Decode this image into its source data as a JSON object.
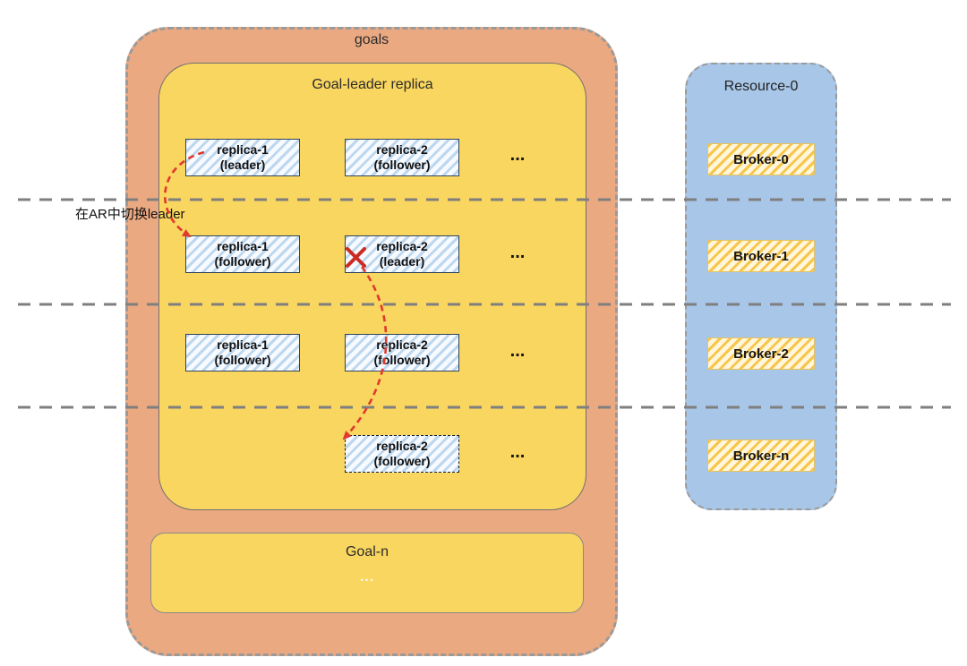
{
  "goals": {
    "label": "goals",
    "goal_leader": {
      "title": "Goal-leader replica",
      "rows": [
        {
          "cells": [
            {
              "name": "replica-1",
              "role": "(leader)"
            },
            {
              "name": "replica-2",
              "role": "(follower)"
            }
          ],
          "more": "..."
        },
        {
          "cells": [
            {
              "name": "replica-1",
              "role": "(follower)"
            },
            {
              "name": "replica-2",
              "role": "(leader)"
            }
          ],
          "more": "..."
        },
        {
          "cells": [
            {
              "name": "replica-1",
              "role": "(follower)"
            },
            {
              "name": "replica-2",
              "role": "(follower)"
            }
          ],
          "more": "..."
        },
        {
          "cells": [
            {
              "name": "replica-2",
              "role": "(follower)"
            }
          ],
          "more": "..."
        }
      ]
    },
    "goal_n": {
      "title": "Goal-n",
      "more": "..."
    }
  },
  "annotation": {
    "label": "在AR中切换leader"
  },
  "resource": {
    "title": "Resource-0",
    "brokers": [
      {
        "label": "Broker-0"
      },
      {
        "label": "Broker-1"
      },
      {
        "label": "Broker-2"
      },
      {
        "label": "Broker-n"
      }
    ]
  },
  "colors": {
    "goals_fill": "#EBA981",
    "goal_leader_fill": "#F9D65F",
    "resource_fill": "#A8C6E7",
    "replica_hatch": "#BDD7EE",
    "broker_hatch": "#F7C64B",
    "arrow_red": "#E0392E",
    "divider_gray": "#7f7f7f"
  }
}
